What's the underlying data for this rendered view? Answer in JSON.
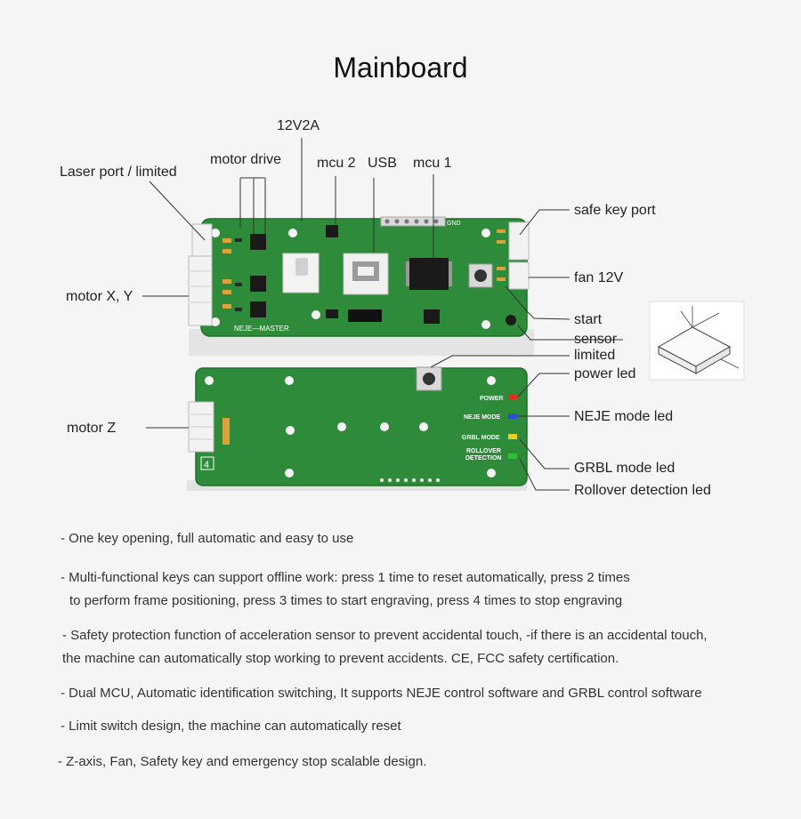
{
  "title": "Mainboard",
  "labels": {
    "power_in": "12V2A",
    "motor_drive": "motor drive",
    "mcu2": "mcu 2",
    "usb": "USB",
    "mcu1": "mcu 1",
    "laser_port": "Laser port / limited",
    "safe_key_port": "safe key port",
    "fan": "fan 12V",
    "motor_xy": "motor X, Y",
    "start": "start",
    "sensor": "sensor",
    "limited": "limited",
    "power_led": "power led",
    "neje_mode_led": "NEJE mode led",
    "motor_z": "motor Z",
    "grbl_mode_led": "GRBL mode led",
    "rollover_led": "Rollover detection led"
  },
  "board_print": {
    "top_name": "NEJE—MASTER",
    "gnd": "GND",
    "power": "POWER",
    "neje_mode": "NEJE  MODE",
    "grbl_mode": "GRBL  MODE",
    "rollover_1": "ROLLOVER",
    "rollover_2": "DETECTION",
    "badge": "4"
  },
  "notes": [
    "- One key opening, full automatic and easy to use",
    "- Multi-functional keys can support offline work: press 1 time to reset automatically, press 2 times",
    "to perform frame positioning, press 3 times to start engraving, press 4 times to stop engraving",
    "- Safety protection function of acceleration sensor to prevent accidental touch, -if there is an accidental touch,",
    "the machine can automatically stop working to prevent accidents. CE, FCC safety certification.",
    "- Dual MCU, Automatic identification switching, It supports NEJE control software and GRBL control software",
    "- Limit switch design, the machine can automatically reset",
    "- Z-axis, Fan, Safety key and emergency stop scalable design."
  ],
  "colors": {
    "board_green": "#2e8b3a",
    "board_dark": "#1f6e2a",
    "led_red": "#e03020",
    "led_blue": "#2a4fd0",
    "led_yellow": "#e8d020",
    "led_green": "#30c030"
  }
}
